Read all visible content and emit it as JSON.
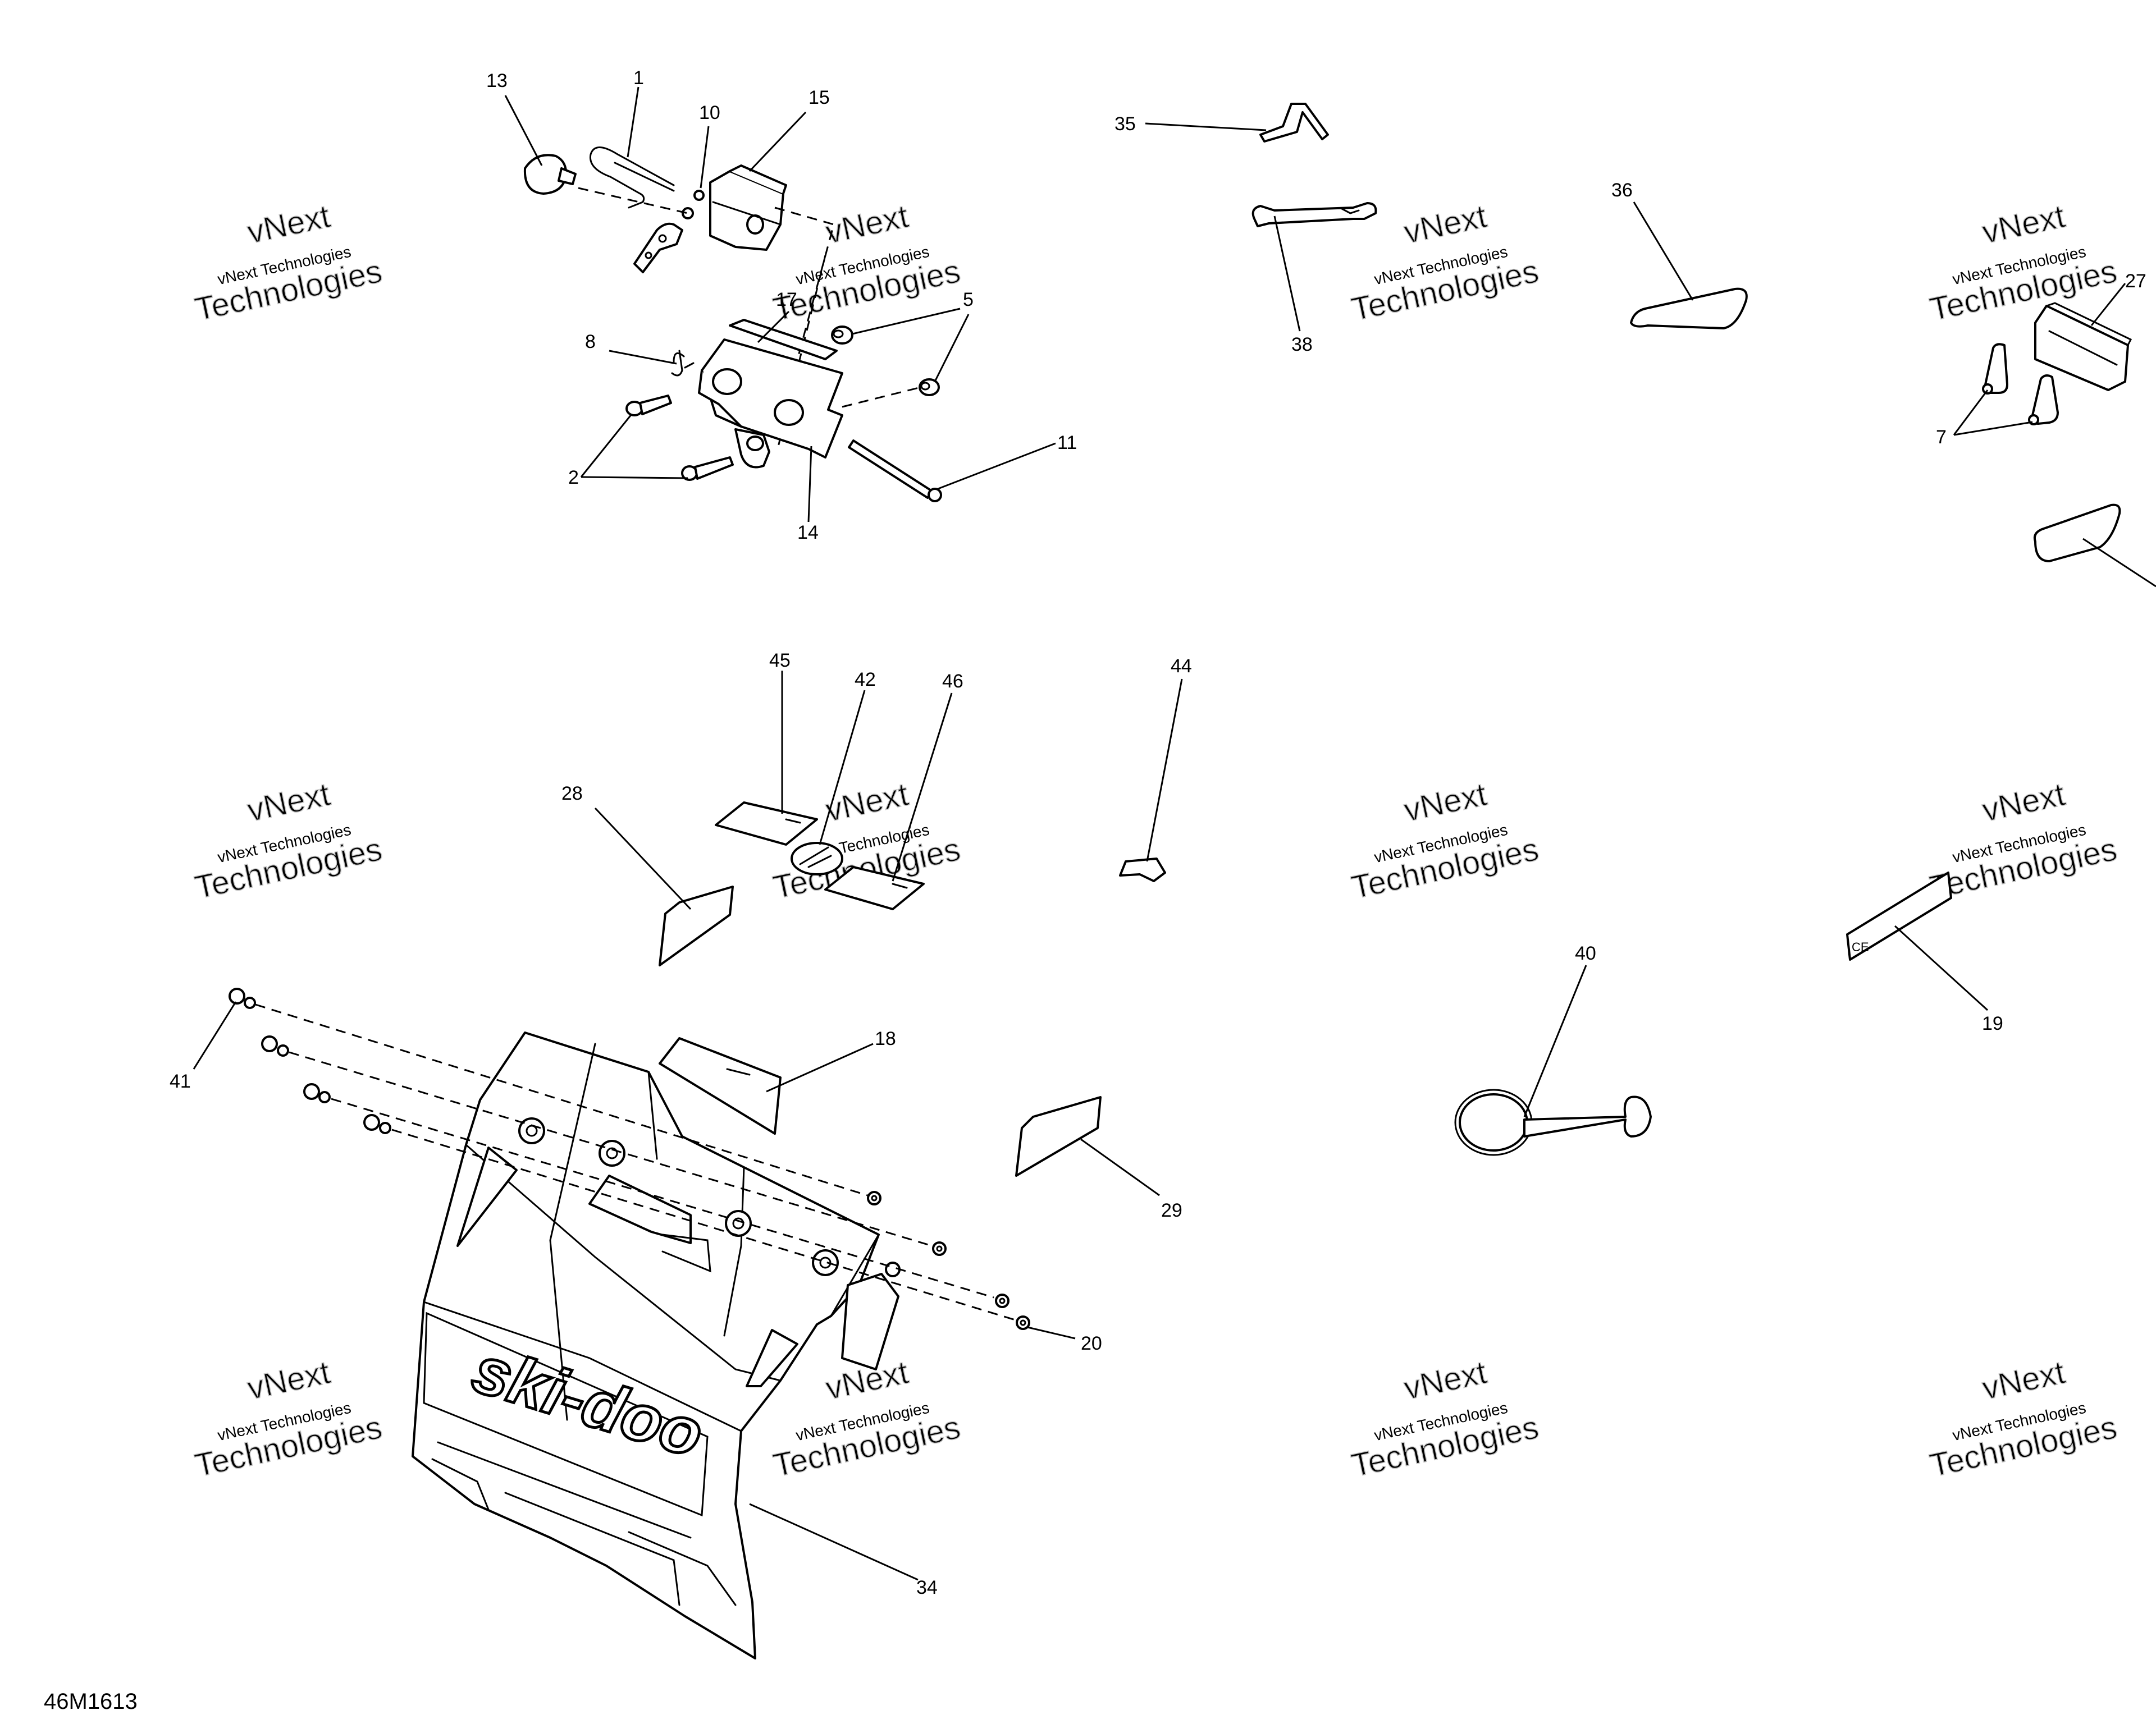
{
  "drawing_id": "46M1613",
  "watermark": {
    "line1": "vNext",
    "line2": "vNext Technologies",
    "line3": "Technologies"
  },
  "callouts": [
    {
      "id": "c13",
      "label": "13"
    },
    {
      "id": "c1",
      "label": "1"
    },
    {
      "id": "c10",
      "label": "10"
    },
    {
      "id": "c15",
      "label": "15"
    },
    {
      "id": "c17",
      "label": "17"
    },
    {
      "id": "c8",
      "label": "8"
    },
    {
      "id": "c5",
      "label": "5"
    },
    {
      "id": "c2",
      "label": "2"
    },
    {
      "id": "c11",
      "label": "11"
    },
    {
      "id": "c14",
      "label": "14"
    },
    {
      "id": "c35",
      "label": "35"
    },
    {
      "id": "c38",
      "label": "38"
    },
    {
      "id": "c36",
      "label": "36"
    },
    {
      "id": "c27",
      "label": "27"
    },
    {
      "id": "c7",
      "label": "7"
    },
    {
      "id": "c45",
      "label": "45"
    },
    {
      "id": "c42",
      "label": "42"
    },
    {
      "id": "c46",
      "label": "46"
    },
    {
      "id": "c44",
      "label": "44"
    },
    {
      "id": "c28",
      "label": "28"
    },
    {
      "id": "c40",
      "label": "40"
    },
    {
      "id": "c19",
      "label": "19"
    },
    {
      "id": "c41",
      "label": "41"
    },
    {
      "id": "c18",
      "label": "18"
    },
    {
      "id": "c29",
      "label": "29"
    },
    {
      "id": "c20",
      "label": "20"
    },
    {
      "id": "c34",
      "label": "34"
    }
  ],
  "logo": {
    "text": "ski-doo"
  }
}
